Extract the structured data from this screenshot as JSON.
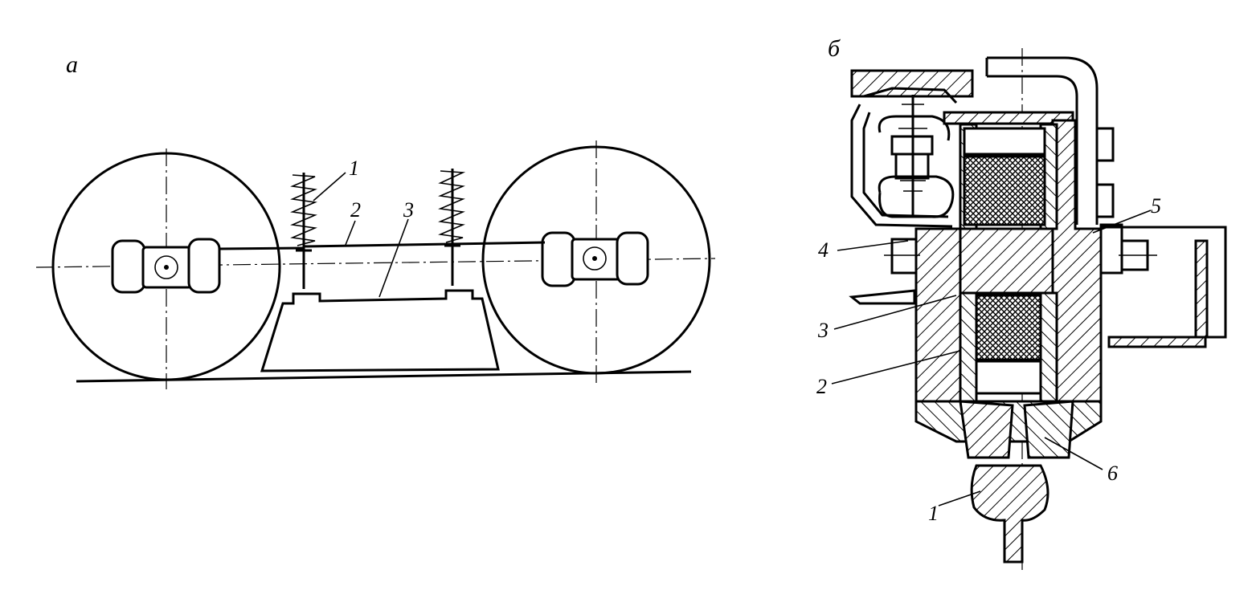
{
  "figure": {
    "panel_a": {
      "letter": "а",
      "callouts": [
        "1",
        "2",
        "3"
      ]
    },
    "panel_b": {
      "letter": "б",
      "callouts": [
        "5",
        "4",
        "3",
        "2",
        "6",
        "1"
      ]
    }
  }
}
